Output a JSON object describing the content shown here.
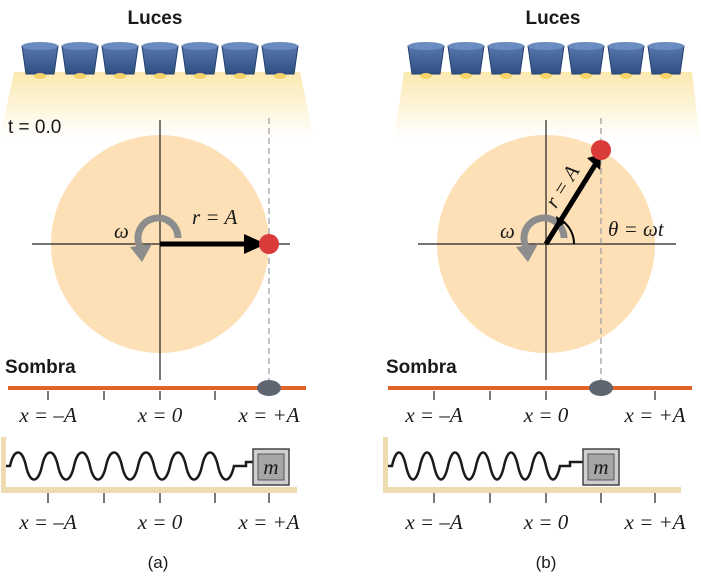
{
  "panels": [
    {
      "lights_title": "Luces",
      "time_label": "t = 0.0",
      "radius_label": "r = A",
      "omega_label": "ω",
      "angle_label": "",
      "shadow_label": "Sombra",
      "shadow_ticks": [
        "x = –A",
        "x = 0",
        "x = +A"
      ],
      "spring_ticks": [
        "x = –A",
        "x = 0",
        "x = +A"
      ],
      "mass_label": "m",
      "caption": "(a)"
    },
    {
      "lights_title": "Luces",
      "time_label": "",
      "radius_label": "r = A",
      "omega_label": "ω",
      "angle_label": "θ = ωt",
      "shadow_label": "Sombra",
      "shadow_ticks": [
        "x = –A",
        "x = 0",
        "x = +A"
      ],
      "spring_ticks": [
        "x = –A",
        "x = 0",
        "x = +A"
      ],
      "mass_label": "m",
      "caption": "(b)"
    }
  ],
  "colors": {
    "lamp": "#3d5f95",
    "light_beam": "#fbeebc",
    "disk": "#fde0b6",
    "ball": "#d93a3a",
    "shadow_bar": "#e0642a",
    "shadow_spot": "#5f6672",
    "floor": "#eedcb0",
    "mass_box": "#a6a6a6"
  },
  "icons": [
    "lamp-icon",
    "rotation-arrow-icon",
    "spring-icon",
    "mass-block-icon"
  ]
}
